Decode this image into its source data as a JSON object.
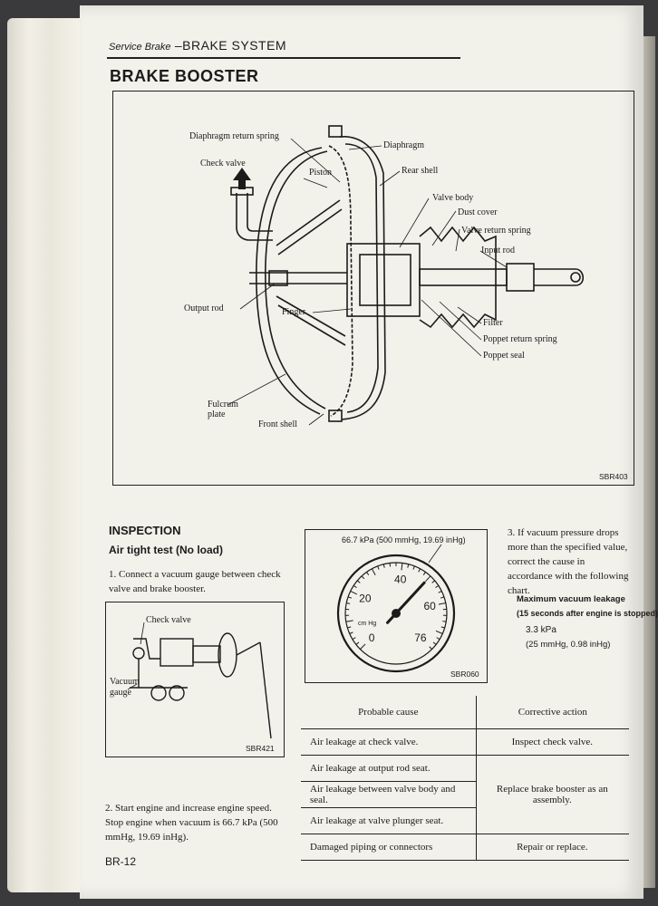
{
  "header": {
    "category": "Service Brake",
    "separator": " –",
    "system": "BRAKE SYSTEM"
  },
  "title": "BRAKE BOOSTER",
  "diagram": {
    "labels": {
      "diaphragm_return_spring": "Diaphragm return spring",
      "check_valve": "Check valve",
      "piston": "Piston",
      "diaphragm": "Diaphragm",
      "rear_shell": "Rear shell",
      "valve_body": "Valve body",
      "dust_cover": "Dust cover",
      "valve_return_spring": "Valve return spring",
      "input_rod": "Input rod",
      "output_rod": "Output rod",
      "finger": "Finger",
      "filter": "Filter",
      "poppet_return_spring": "Poppet return spring",
      "poppet_seal": "Poppet seal",
      "fulcrum_plate": "Fulcrum plate",
      "front_shell": "Front shell"
    },
    "code": "SBR403"
  },
  "inspection": {
    "heading": "INSPECTION",
    "subheading": "Air tight test (No load)",
    "step1": "1.  Connect a vacuum gauge between check valve and brake booster.",
    "step2": "2.  Start engine and increase engine speed. Stop engine when vacuum is 66.7 kPa (500 mmHg, 19.69 inHg).",
    "small_figure": {
      "check_valve": "Check valve",
      "vacuum_gauge": "Vacuum gauge",
      "code": "SBR421"
    }
  },
  "gauge": {
    "caption": "66.7 kPa (500 mmHg, 19.69 inHg)",
    "ticks": [
      "0",
      "20",
      "40",
      "60",
      "76"
    ],
    "unit": "cm Hg",
    "code": "SBR060",
    "needle_value": 50
  },
  "step3": {
    "text": "3.  If vacuum pressure drops more than the specified value, correct the cause in accordance with the following chart.",
    "max_leakage_label": "Maximum vacuum leakage",
    "max_leakage_note": "(15 seconds after engine is stopped)",
    "max_leakage_value": "3.3 kPa",
    "max_leakage_alt": "(25 mmHg, 0.98 inHg)"
  },
  "chart": {
    "headers": [
      "Probable cause",
      "Corrective action"
    ],
    "causes": [
      "Air leakage at check valve.",
      "Air leakage at output rod seat.",
      "Air leakage between valve body and seal.",
      "Air leakage at valve plunger seat.",
      "Damaged piping or connectors"
    ],
    "actions": [
      "Inspect check valve.",
      "Replace brake booster as an assembly.",
      "Repair or replace."
    ]
  },
  "footer": {
    "page": "BR-12"
  }
}
